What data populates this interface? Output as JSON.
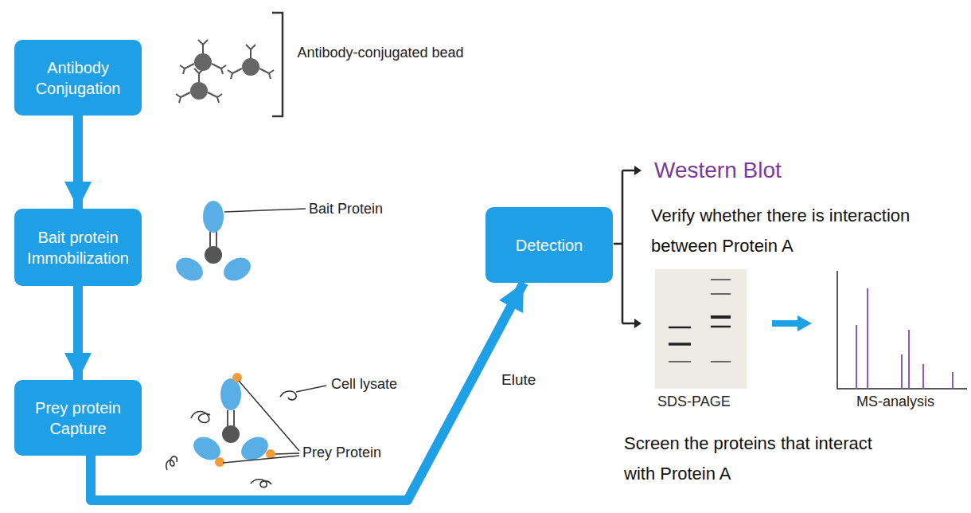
{
  "diagram": {
    "nodes": [
      {
        "text": [
          "Antibody Conjugation"
        ]
      },
      {
        "text": [
          "Bait protein Immobilization"
        ]
      },
      {
        "text": [
          "Prey protein Capture"
        ]
      },
      {
        "text": [
          "Detection"
        ]
      }
    ],
    "edges": [
      {
        "from": 0,
        "to": 1,
        "arrow": "to"
      },
      {
        "from": 1,
        "to": 2,
        "arrow": "to"
      },
      {
        "from": 2,
        "to": 3,
        "label": "Elute",
        "arrow": "to"
      }
    ],
    "labels": [
      "Antibody-conjugated bead",
      "Bait Protein",
      "Cell lysate",
      "Prey Protein",
      "Western Blot",
      "Verify whether there is interaction between Protein A",
      "SDS-PAGE",
      "MS-analysis",
      "Screen the proteins that interact with Protein A"
    ]
  }
}
